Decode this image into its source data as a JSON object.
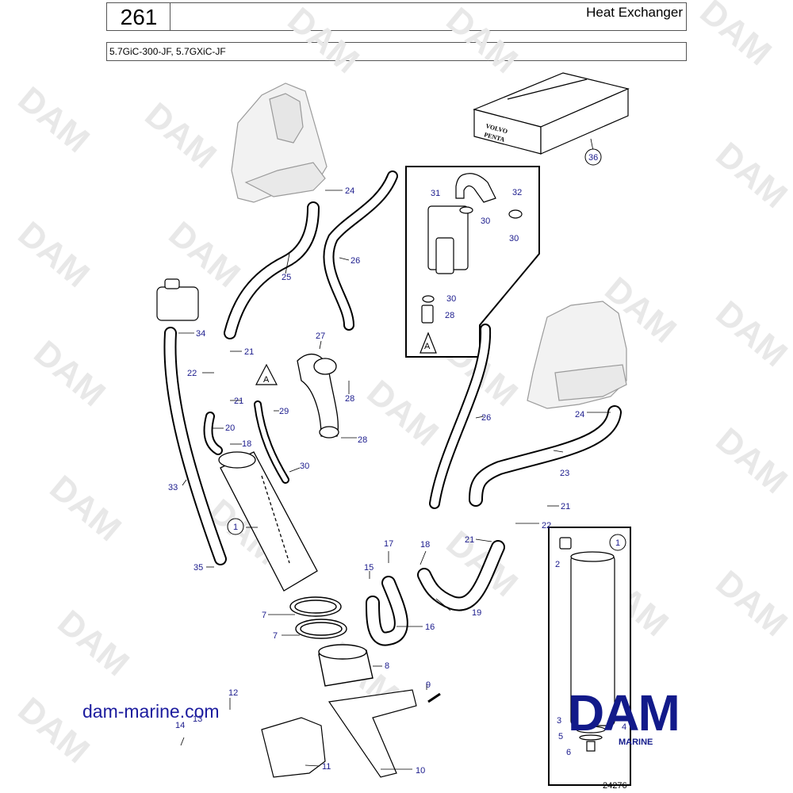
{
  "header": {
    "page_number": "261",
    "title": "Heat Exchanger",
    "models": "5.7GiC-300-JF, 5.7GXiC-JF"
  },
  "diagram": {
    "drawing_number": "24276",
    "crate_label_top": "VOLVO",
    "crate_label_bottom": "PENTA",
    "view_marker": "A",
    "callouts": [
      "1",
      "2",
      "3",
      "4",
      "5",
      "6",
      "7",
      "8",
      "9",
      "10",
      "11",
      "12",
      "13",
      "14",
      "15",
      "16",
      "17",
      "18",
      "19",
      "20",
      "21",
      "22",
      "23",
      "24",
      "25",
      "26",
      "27",
      "28",
      "29",
      "30",
      "31",
      "32",
      "33",
      "34",
      "35",
      "36"
    ]
  },
  "watermark": {
    "text": "DAM",
    "site_url": "dam-marine.com",
    "logo_main": "DAM",
    "logo_sub": "MARINE"
  }
}
